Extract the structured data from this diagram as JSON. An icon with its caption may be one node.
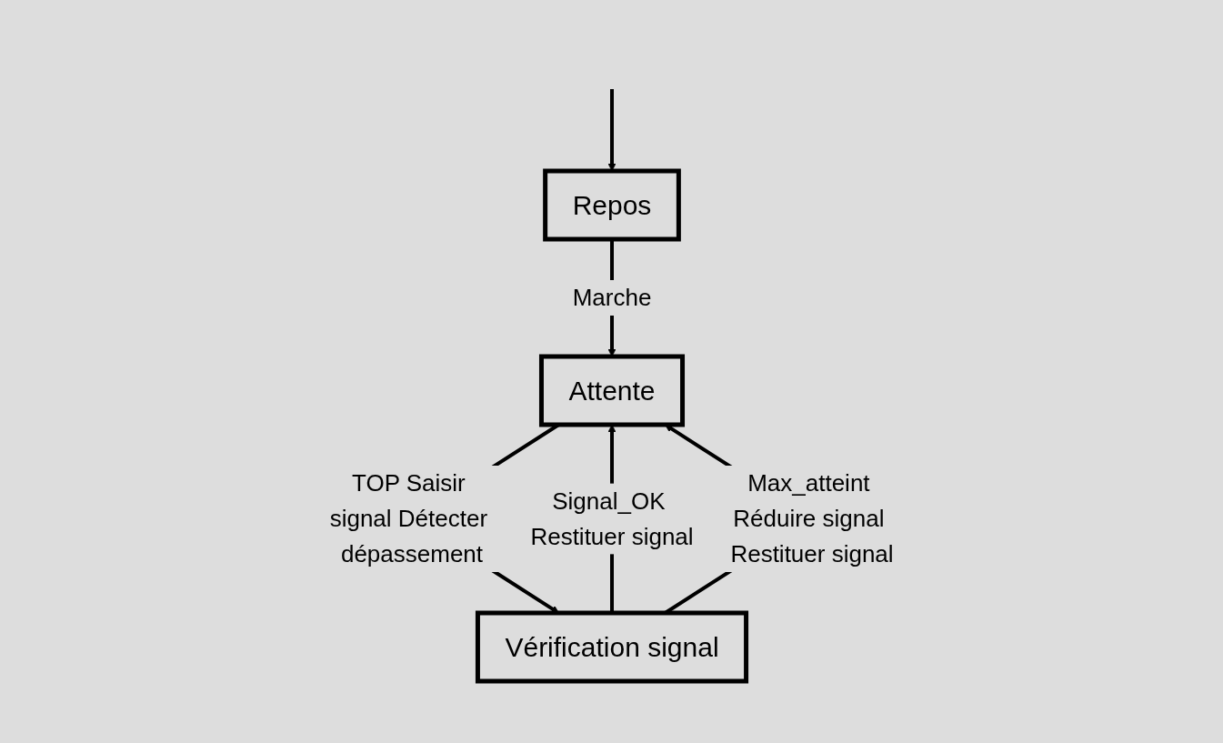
{
  "diagram": {
    "nodes": [
      {
        "text": [
          "Repos"
        ]
      },
      {
        "text": [
          "Attente"
        ]
      },
      {
        "text": [
          "Vérification signal"
        ]
      }
    ],
    "edges": [
      {
        "from": null,
        "to": 0,
        "arrow": "to"
      },
      {
        "from": 0,
        "to": 1,
        "arrow": "to",
        "label": "Marche"
      },
      {
        "from": 1,
        "to": 2,
        "arrow": "to",
        "label": "TOP Saisir signal Détecter dépassement"
      },
      {
        "from": 2,
        "to": 1,
        "arrow": "to",
        "label": "Signal_OK Restituer signal"
      },
      {
        "from": 2,
        "to": 1,
        "arrow": "to",
        "label": "Max_atteint Réduire signal Restituer signal"
      }
    ]
  }
}
